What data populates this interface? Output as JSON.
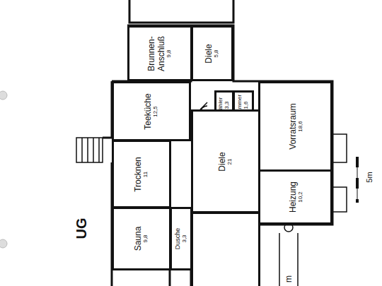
{
  "diagram": {
    "nodes": [
      {
        "text": [
          "Brunnen- Anschluß",
          "9,8"
        ]
      },
      {
        "text": [
          "Diele",
          "5,8"
        ]
      },
      {
        "text": [
          "Teeküche",
          "12,5"
        ]
      },
      {
        "text": [
          "Zähler",
          "3,3"
        ]
      },
      {
        "text": [
          "Kammer",
          "1,6"
        ]
      },
      {
        "text": [
          "Vorratsraum",
          "18,6"
        ]
      },
      {
        "text": [
          "Diele",
          "21"
        ]
      },
      {
        "text": [
          "Trocknen",
          "11"
        ]
      },
      {
        "text": [
          "Heizung",
          "10,2"
        ]
      },
      {
        "text": [
          "Sauna",
          "9,8"
        ]
      },
      {
        "text": [
          "Dusche",
          "3,3"
        ]
      },
      {
        "text": [
          "m"
        ]
      }
    ],
    "labels": [
      "UG",
      "5m"
    ]
  }
}
